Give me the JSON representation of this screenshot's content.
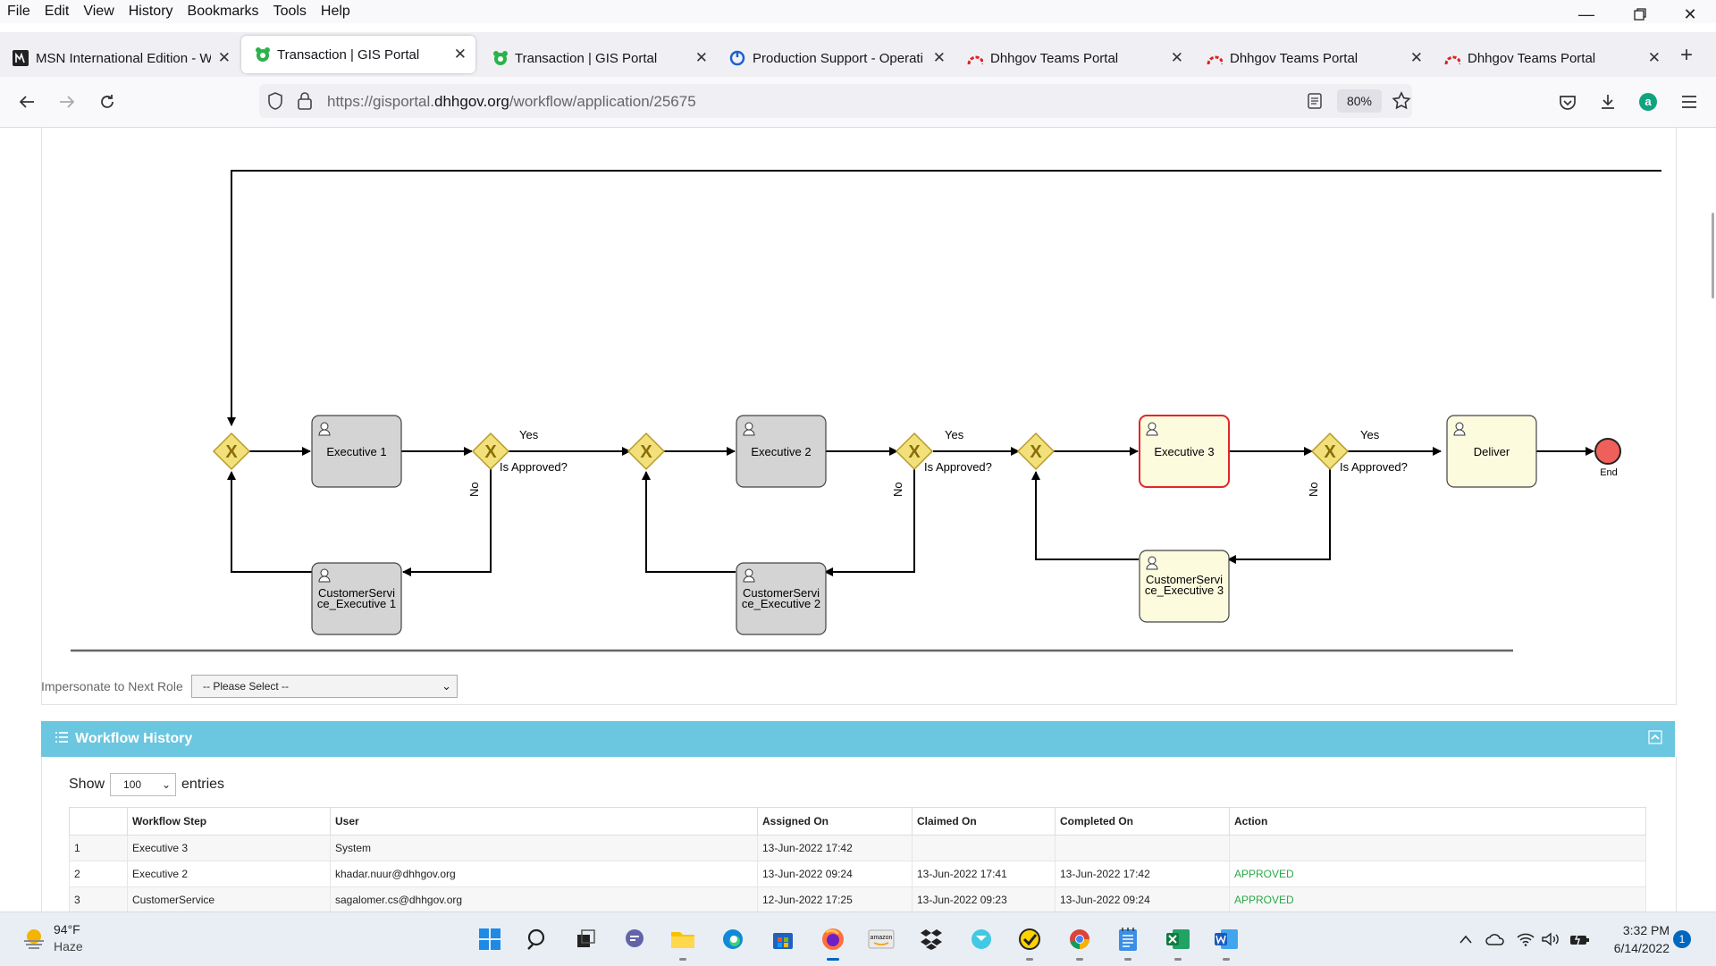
{
  "menu": [
    "File",
    "Edit",
    "View",
    "History",
    "Bookmarks",
    "Tools",
    "Help"
  ],
  "tabs": [
    {
      "title": "MSN International Edition - W",
      "icon": "msn-icon",
      "active": false
    },
    {
      "title": "Transaction | GIS Portal",
      "icon": "gis-portal-icon",
      "active": true
    },
    {
      "title": "Transaction | GIS Portal",
      "icon": "gis-portal-icon",
      "active": false
    },
    {
      "title": "Production Support - Operati",
      "icon": "support-icon",
      "active": false
    },
    {
      "title": "Dhhgov Teams Portal",
      "icon": "teams-portal-icon",
      "active": false
    },
    {
      "title": "Dhhgov Teams Portal",
      "icon": "teams-portal-icon",
      "active": false
    },
    {
      "title": "Dhhgov Teams Portal",
      "icon": "teams-portal-icon",
      "active": false
    }
  ],
  "url": {
    "prefix": "https://gisportal.",
    "domain": "dhhgov.org",
    "path": "/workflow/application/25675"
  },
  "zoom": "80%",
  "diagram": {
    "tasks": {
      "exec1": "Executive 1",
      "exec2": "Executive 2",
      "exec3": "Executive 3",
      "deliver": "Deliver",
      "cs1": [
        "CustomerServi",
        "ce_Executive 1"
      ],
      "cs2": [
        "CustomerServi",
        "ce_Executive 2"
      ],
      "cs3": [
        "CustomerServi",
        "ce_Executive 3"
      ]
    },
    "yes_label": "Yes",
    "no_label": "No",
    "approved_label": "Is Approved?",
    "end_label": "End",
    "gateway_symbol": "X",
    "colors": {
      "task_grey": "#d4d4d4",
      "task_yellow": "#fdfbde",
      "active_border": "#e2262b",
      "gateway": "#f2e17a",
      "end_event": "#f0605a"
    }
  },
  "impersonate": {
    "label": "Impersonate to Next Role",
    "selected": "-- Please Select --"
  },
  "history": {
    "title": "Workflow History",
    "show_label": "Show",
    "entries_label": "entries",
    "page_size": "100",
    "columns": [
      "",
      "Workflow Step",
      "User",
      "Assigned On",
      "Claimed On",
      "Completed On",
      "Action"
    ],
    "rows": [
      [
        "1",
        "Executive 3",
        "System",
        "13-Jun-2022 17:42",
        "",
        "",
        ""
      ],
      [
        "2",
        "Executive 2",
        "khadar.nuur@dhhgov.org",
        "13-Jun-2022 09:24",
        "13-Jun-2022 17:41",
        "13-Jun-2022 17:42",
        "APPROVED"
      ],
      [
        "3",
        "CustomerService",
        "sagalomer.cs@dhhgov.org",
        "12-Jun-2022 17:25",
        "13-Jun-2022 09:23",
        "13-Jun-2022 09:24",
        "APPROVED"
      ]
    ],
    "header_color": "#6bc6e0"
  },
  "taskbar": {
    "weather": {
      "temp": "94°F",
      "condition": "Haze"
    },
    "time": "3:32 PM",
    "date": "6/14/2022",
    "notifications": "1"
  }
}
